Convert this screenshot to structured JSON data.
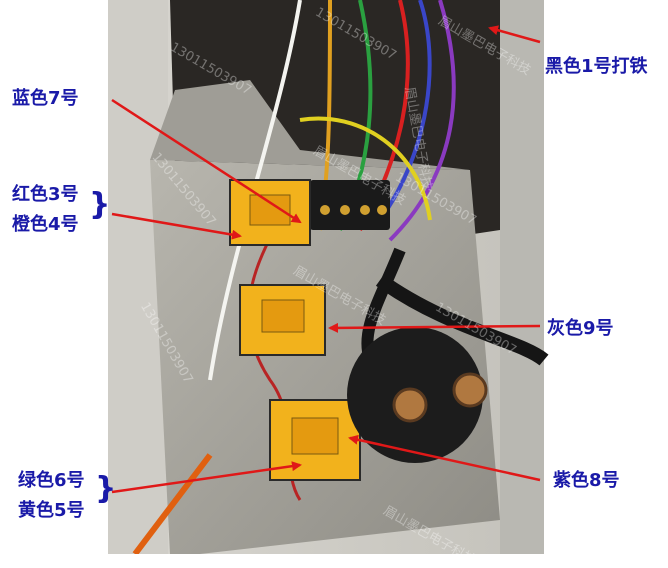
{
  "labels": {
    "black": "黑色1号打铁",
    "blue": "蓝色7号",
    "red": "红色3号",
    "orange": "橙色4号",
    "gray": "灰色9号",
    "green": "绿色6号",
    "yellow": "黄色5号",
    "purple": "紫色8号"
  },
  "watermarks": {
    "phone": "13011503907",
    "shop": "眉山墨巴电子科技"
  },
  "colors": {
    "label_text": "#1a1aa8",
    "arrow": "#e01818"
  }
}
